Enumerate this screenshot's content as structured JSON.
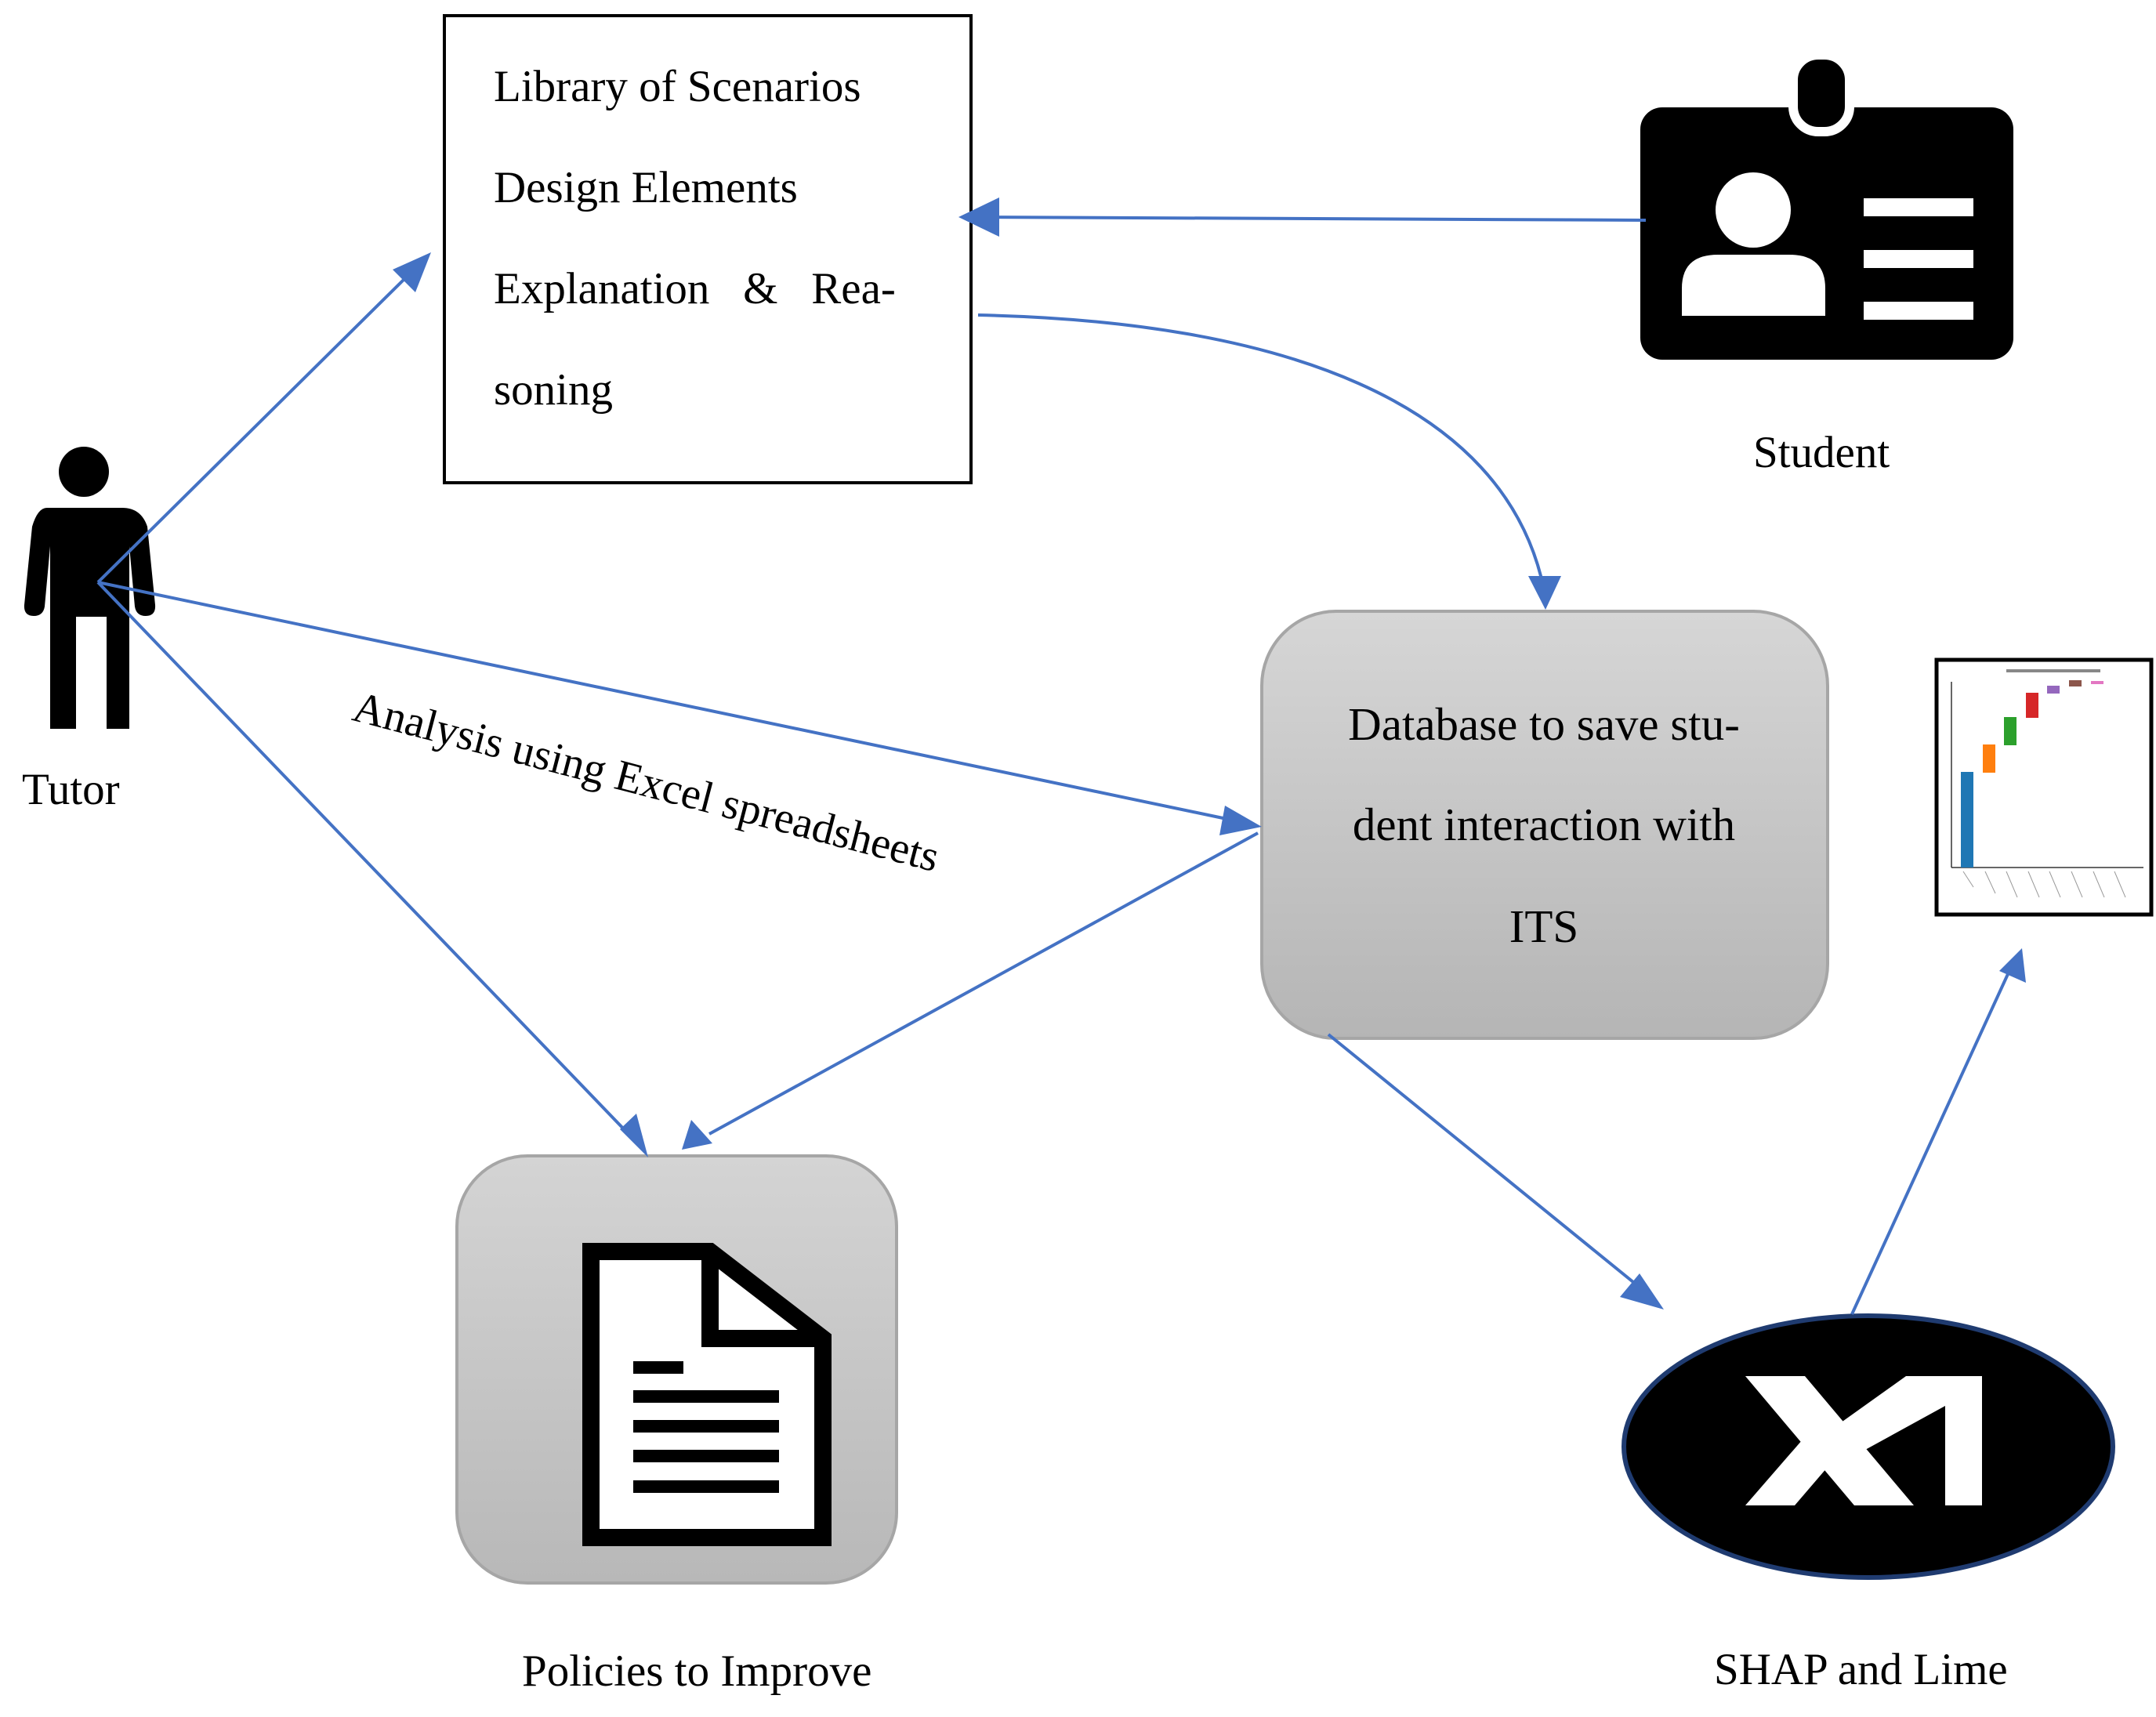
{
  "library": {
    "line1": "Library of Scenarios",
    "line2": "Design Elements",
    "line3": "Explanation   &   Rea-",
    "line4": "soning"
  },
  "student": {
    "label": "Student"
  },
  "tutor": {
    "label": "Tutor"
  },
  "analysis": {
    "label": "Analysis using Excel spreadsheets"
  },
  "database": {
    "line1": "Database to save stu-",
    "line2": "dent interaction with",
    "line3": "ITS"
  },
  "policies": {
    "label": "Policies to Improve"
  },
  "xai": {
    "label": "SHAP and Lime"
  },
  "shap_chart": {
    "type": "waterfall",
    "colors": [
      "#1f77b4",
      "#ff7f0e",
      "#2ca02c",
      "#d62728",
      "#9467bd",
      "#8c564b",
      "#e377c2"
    ]
  },
  "colors": {
    "arrow": "#4472c4",
    "node_fill_top": "#d9d9d9",
    "node_fill_bottom": "#b8b8b8",
    "node_border": "#a6a6a6",
    "icon": "#000000"
  }
}
